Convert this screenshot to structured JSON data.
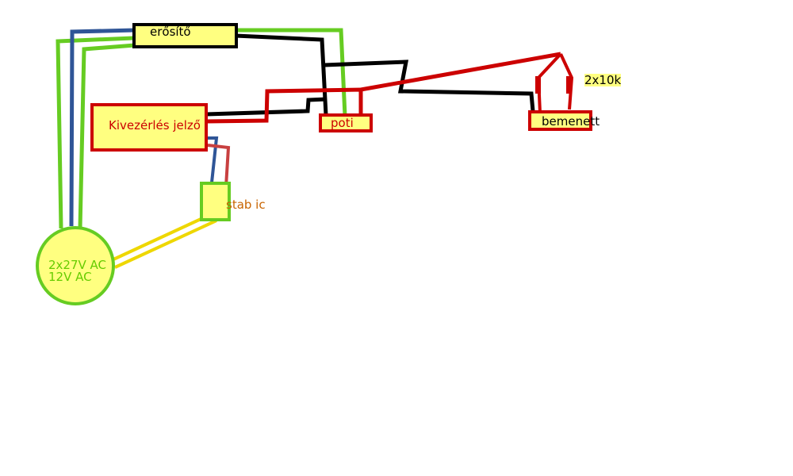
{
  "colors": {
    "background": "#ffffff",
    "box_fill": "#ffff80",
    "wire_blue": "#2f5597",
    "wire_green": "#66cc22",
    "wire_black": "#000000",
    "wire_red": "#cc0000",
    "wire_yellow": "#eed700",
    "text_black": "#000000",
    "text_red": "#cc0000",
    "text_green": "#66cc00",
    "text_orange": "#c86400"
  },
  "components": {
    "amplifier": {
      "label": "erősítő"
    },
    "signal": {
      "label": "Kivezérlés jelző"
    },
    "pot": {
      "label": "poti"
    },
    "input": {
      "label": "bemenett"
    },
    "resistors": {
      "label": "2x10k"
    },
    "regulator": {
      "label": "stab ic"
    },
    "transformer": {
      "line1": "2x27V AC",
      "line2": "12V AC"
    }
  }
}
